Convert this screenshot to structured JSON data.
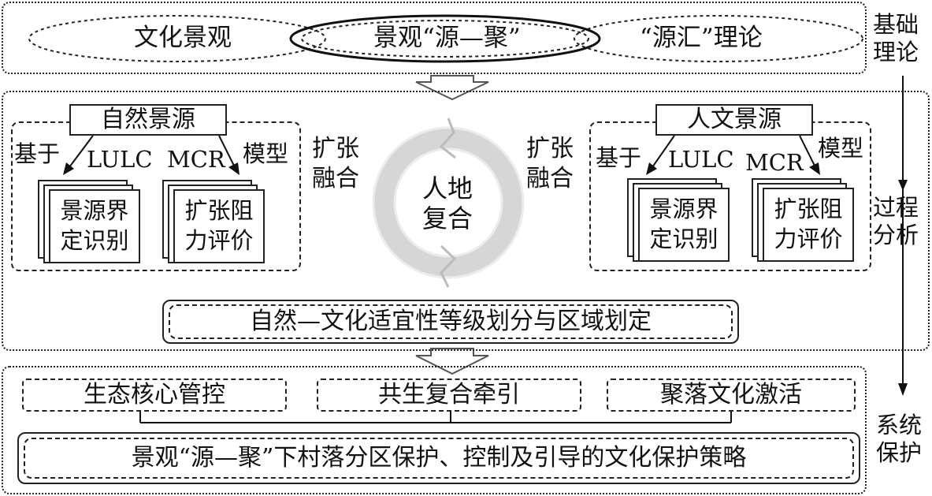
{
  "top": {
    "left_ellipse": "文化景观",
    "center_ellipse": "景观“源—聚”",
    "right_ellipse": "“源汇”理论",
    "side_label": "基础\n理论"
  },
  "middle": {
    "left_panel": {
      "title": "自然景源",
      "left_word": "基于",
      "lulc": "LULC",
      "mcr": "MCR",
      "right_word": "模型",
      "card_left": "景源界\n定识别",
      "card_right": "扩张阻\n力评价"
    },
    "right_panel": {
      "title": "人文景源",
      "left_word": "基于",
      "lulc": "LULC",
      "mcr": "MCR",
      "right_word": "模型",
      "card_left": "景源界\n定识别",
      "card_right": "扩张阻\n力评价"
    },
    "left_side_text": "扩张\n融合",
    "right_side_text": "扩张\n融合",
    "center_text": "人地\n复合",
    "bottom_box": "自然—文化适宜性等级划分与区域划定",
    "side_label": "过程\n分析"
  },
  "bottom": {
    "item1": "生态核心管控",
    "item2": "共生复合牵引",
    "item3": "聚落文化激活",
    "strategy": "景观“源—聚”下村落分区保护、控制及引导的文化保护策略",
    "side_label": "系统\n保护"
  }
}
